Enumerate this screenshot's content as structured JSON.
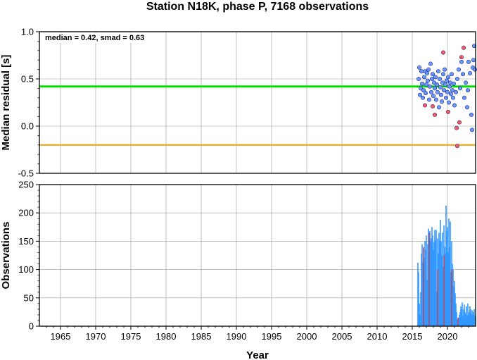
{
  "chart_data": [
    {
      "type": "scatter",
      "title": "Station N18K, phase P, 7168 observations",
      "ylabel": "Median residual [s]",
      "xlim": [
        1962,
        2024
      ],
      "ylim": [
        -0.5,
        1.0
      ],
      "yticks": [
        "-0.5",
        "0.0",
        "0.5",
        "1.0"
      ],
      "grid": true,
      "annotation": "median = 0.42, smad = 0.63",
      "reference_lines": [
        {
          "y": 0.42,
          "color": "#00e000"
        },
        {
          "y": -0.2,
          "color": "#f0a000"
        }
      ],
      "series": [
        {
          "color": "#6699ff",
          "points": [
            [
              2015.9,
              0.5
            ],
            [
              2016.0,
              0.62
            ],
            [
              2016.1,
              0.33
            ],
            [
              2016.2,
              0.4
            ],
            [
              2016.3,
              0.58
            ],
            [
              2016.4,
              0.45
            ],
            [
              2016.5,
              0.3
            ],
            [
              2016.6,
              0.38
            ],
            [
              2016.7,
              0.52
            ],
            [
              2016.8,
              0.58
            ],
            [
              2016.9,
              0.35
            ],
            [
              2017.0,
              0.44
            ],
            [
              2017.1,
              0.56
            ],
            [
              2017.2,
              0.48
            ],
            [
              2017.3,
              0.6
            ],
            [
              2017.4,
              0.28
            ],
            [
              2017.5,
              0.42
            ],
            [
              2017.6,
              0.66
            ],
            [
              2017.7,
              0.36
            ],
            [
              2017.8,
              0.5
            ],
            [
              2017.9,
              0.55
            ],
            [
              2018.0,
              0.32
            ],
            [
              2018.1,
              0.46
            ],
            [
              2018.2,
              0.4
            ],
            [
              2018.3,
              0.52
            ],
            [
              2018.4,
              0.28
            ],
            [
              2018.5,
              0.44
            ],
            [
              2018.6,
              0.36
            ],
            [
              2018.7,
              0.58
            ],
            [
              2018.8,
              0.2
            ],
            [
              2018.9,
              0.5
            ],
            [
              2019.0,
              0.41
            ],
            [
              2019.1,
              0.33
            ],
            [
              2019.2,
              0.26
            ],
            [
              2019.3,
              0.46
            ],
            [
              2019.4,
              0.55
            ],
            [
              2019.5,
              0.38
            ],
            [
              2019.6,
              0.6
            ],
            [
              2019.7,
              0.44
            ],
            [
              2019.8,
              0.3
            ],
            [
              2019.9,
              0.48
            ],
            [
              2020.0,
              0.36
            ],
            [
              2020.1,
              0.52
            ],
            [
              2020.2,
              0.25
            ],
            [
              2020.3,
              0.42
            ],
            [
              2020.4,
              0.46
            ],
            [
              2020.5,
              0.34
            ],
            [
              2020.6,
              0.55
            ],
            [
              2020.7,
              0.38
            ],
            [
              2020.8,
              0.3
            ],
            [
              2020.9,
              0.45
            ],
            [
              2021.0,
              0.22
            ],
            [
              2021.2,
              0.36
            ],
            [
              2021.4,
              0.5
            ],
            [
              2021.6,
              0.6
            ],
            [
              2021.8,
              0.4
            ],
            [
              2022.0,
              0.68
            ],
            [
              2022.2,
              0.55
            ],
            [
              2022.4,
              0.3
            ],
            [
              2022.6,
              0.46
            ],
            [
              2022.8,
              0.2
            ],
            [
              2023.0,
              0.68
            ],
            [
              2023.2,
              0.56
            ],
            [
              2023.4,
              0.12
            ],
            [
              2023.5,
              -0.04
            ],
            [
              2023.6,
              0.62
            ],
            [
              2023.8,
              0.85
            ],
            [
              2023.9,
              0.6
            ],
            [
              2023.7,
              0.7
            ],
            [
              2022.9,
              0.38
            ]
          ]
        },
        {
          "color": "#ff5a5a",
          "points": [
            [
              2016.8,
              0.22
            ],
            [
              2017.9,
              0.21
            ],
            [
              2018.2,
              0.12
            ],
            [
              2019.4,
              0.78
            ],
            [
              2020.1,
              0.15
            ],
            [
              2021.3,
              -0.02
            ],
            [
              2021.7,
              0.04
            ],
            [
              2022.0,
              0.73
            ],
            [
              2022.3,
              0.83
            ],
            [
              2021.4,
              -0.21
            ]
          ]
        }
      ]
    },
    {
      "type": "bar",
      "xlabel": "Year",
      "ylabel": "Observations",
      "xlim": [
        1962,
        2024
      ],
      "ylim": [
        0,
        250
      ],
      "yticks": [
        "0",
        "50",
        "100",
        "150",
        "200",
        "250"
      ],
      "xticks": [
        "1965",
        "1970",
        "1975",
        "1980",
        "1985",
        "1990",
        "1995",
        "2000",
        "2005",
        "2010",
        "2015",
        "2020"
      ],
      "grid": true,
      "series": [
        {
          "color": "#3399ff",
          "x": [
            2015.8,
            2015.9,
            2016.0,
            2016.1,
            2016.2,
            2016.3,
            2016.4,
            2016.5,
            2016.6,
            2016.7,
            2016.8,
            2016.9,
            2017.0,
            2017.1,
            2017.2,
            2017.3,
            2017.4,
            2017.5,
            2017.6,
            2017.7,
            2017.8,
            2017.9,
            2018.0,
            2018.1,
            2018.2,
            2018.3,
            2018.4,
            2018.5,
            2018.6,
            2018.7,
            2018.8,
            2018.9,
            2019.0,
            2019.1,
            2019.2,
            2019.3,
            2019.4,
            2019.5,
            2019.6,
            2019.7,
            2019.8,
            2019.9,
            2020.0,
            2020.1,
            2020.2,
            2020.3,
            2020.4,
            2020.5,
            2020.6,
            2020.7,
            2020.8,
            2020.9,
            2021.0,
            2021.1,
            2021.2,
            2021.3,
            2021.4,
            2021.5,
            2021.6,
            2021.7,
            2021.8,
            2021.9,
            2022.0,
            2022.1,
            2022.2,
            2022.3,
            2022.4,
            2022.5,
            2022.6,
            2022.7,
            2022.8,
            2022.9,
            2023.0,
            2023.1,
            2023.2,
            2023.3,
            2023.4,
            2023.5,
            2023.6,
            2023.7,
            2023.8,
            2023.9
          ],
          "values": [
            112,
            95,
            40,
            20,
            60,
            128,
            145,
            112,
            138,
            120,
            150,
            135,
            160,
            82,
            145,
            172,
            125,
            168,
            150,
            155,
            175,
            160,
            135,
            148,
            170,
            152,
            170,
            60,
            155,
            128,
            165,
            150,
            188,
            150,
            125,
            165,
            105,
            178,
            140,
            128,
            213,
            168,
            175,
            130,
            190,
            140,
            185,
            95,
            150,
            110,
            100,
            70,
            80,
            58,
            40,
            25,
            12,
            8,
            15,
            20,
            25,
            35,
            30,
            42,
            18,
            30,
            38,
            25,
            22,
            35,
            18,
            40,
            20,
            25,
            35,
            30,
            22,
            28,
            20,
            25,
            30,
            18
          ]
        },
        {
          "color": "#e03030",
          "x": [
            2016.6,
            2017.4,
            2018.6,
            2019.5,
            2020.6,
            2021.5
          ],
          "values": [
            140,
            165,
            100,
            125,
            100,
            15
          ]
        }
      ]
    }
  ]
}
